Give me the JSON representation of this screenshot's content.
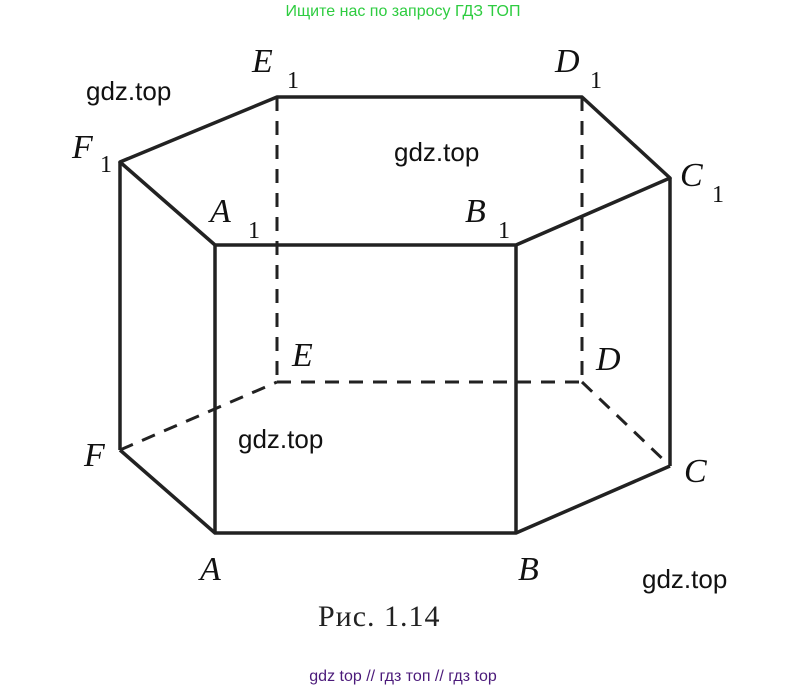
{
  "header": {
    "text": "Ищите нас по запросу ГДЗ ТОП"
  },
  "watermarks": [
    "gdz.top",
    "gdz.top",
    "gdz.top",
    "gdz.top"
  ],
  "figure": {
    "vertices": {
      "A": "A",
      "B": "B",
      "C": "C",
      "D": "D",
      "E": "E",
      "F": "F",
      "A1": "A",
      "B1": "B",
      "C1": "C",
      "D1": "D",
      "E1": "E",
      "F1": "F",
      "sub": "1"
    },
    "caption": "Рис. 1.14"
  },
  "footer": {
    "text": "gdz top  //  гдз топ  //  гдз top"
  }
}
